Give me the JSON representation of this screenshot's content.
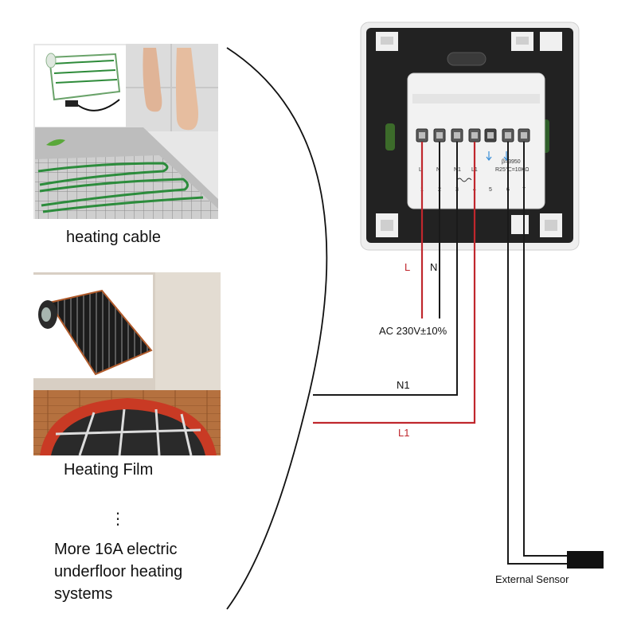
{
  "left_panel": {
    "heating_cable_label": "heating cable",
    "heating_film_label": "Heating Film",
    "ellipsis": "⋮",
    "more_systems_lines": [
      "More 16A electric",
      "underfloor heating",
      "systems"
    ]
  },
  "thermostat": {
    "terminal_numbers": [
      "1",
      "2",
      "3",
      "4",
      "5",
      "6",
      "7"
    ],
    "terminal_letters": [
      "L",
      "N",
      "N1",
      "L1"
    ],
    "sensor_spec_line1": "β=3950",
    "sensor_spec_line2": "R25℃=10KΩ"
  },
  "wiring": {
    "L_label": "L",
    "N_label": "N",
    "supply_label": "AC 230V±10%",
    "N1_label": "N1",
    "L1_label": "L1",
    "sensor_label": "External Sensor"
  },
  "colors": {
    "live_wire": "#c0272d",
    "neutral_wire": "#1a1a1a",
    "device_back": "#222222",
    "device_frame": "#eeeeee",
    "module": "#f2f2f2"
  }
}
